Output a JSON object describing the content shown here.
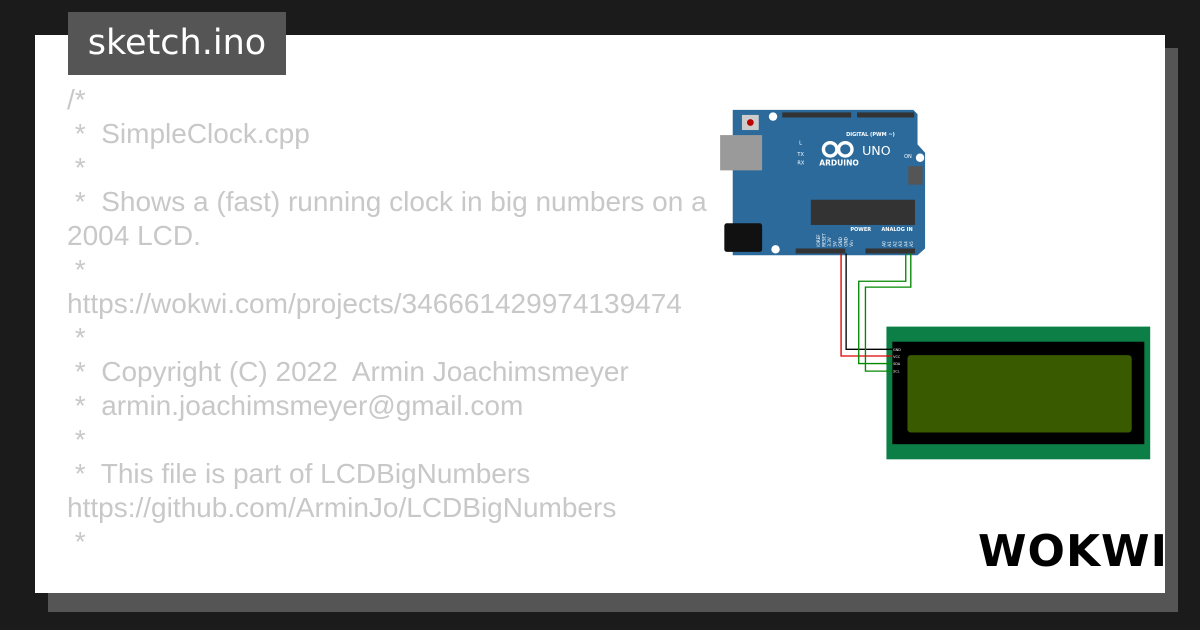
{
  "tab": {
    "title": "sketch.ino"
  },
  "code": {
    "lines": [
      "/*",
      " *  SimpleClock.cpp",
      " *",
      " *  Shows a (fast) running clock in big numbers on a 2004 LCD.",
      " * https://wokwi.com/projects/346661429974139474",
      " *",
      " *  Copyright (C) 2022  Armin Joachimsmeyer",
      " *  armin.joachimsmeyer@gmail.com",
      " *",
      " *  This file is part of LCDBigNumbers https://github.com/ArminJo/LCDBigNumbers",
      " *"
    ]
  },
  "arduino": {
    "brand": "ARDUINO",
    "model": "UNO",
    "digital_label": "DIGITAL (PWM ~)",
    "power_label": "POWER",
    "analog_label": "ANALOG IN",
    "on_label": "ON",
    "led_labels": [
      "L",
      "TX",
      "RX"
    ],
    "power_pins": [
      "IOREF",
      "RESET",
      "3.3V",
      "5V",
      "GND",
      "GND",
      "Vin"
    ],
    "analog_pins": [
      "A0",
      "A1",
      "A2",
      "A3",
      "A4",
      "A5"
    ],
    "color": "#2b6a9b"
  },
  "lcd": {
    "pins": [
      "GND",
      "VCC",
      "SDA",
      "SCL"
    ],
    "pcb_color": "#0b7f45",
    "screen_color": "#3a5a00"
  },
  "wires": {
    "red": "#e00000",
    "black": "#000000",
    "green": "#008800"
  },
  "logo": {
    "text": "WOKWI"
  }
}
